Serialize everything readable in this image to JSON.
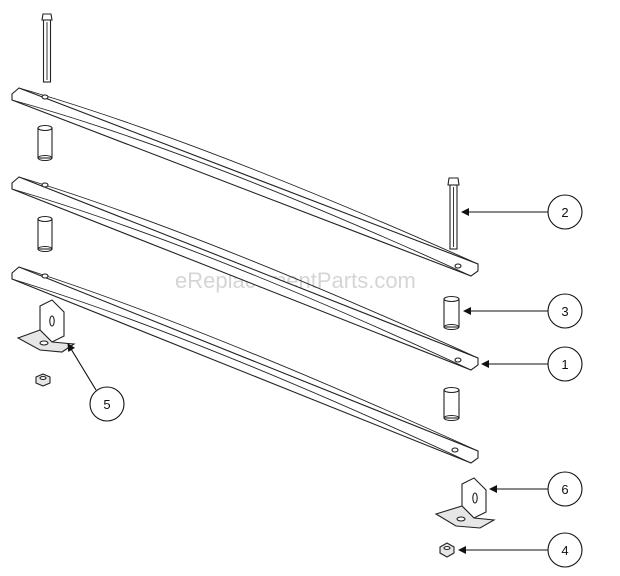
{
  "watermark": "eReplacementParts.com",
  "callouts": [
    {
      "id": "1",
      "label": "1"
    },
    {
      "id": "2",
      "label": "2"
    },
    {
      "id": "3",
      "label": "3"
    },
    {
      "id": "4",
      "label": "4"
    },
    {
      "id": "5",
      "label": "5"
    },
    {
      "id": "6",
      "label": "6"
    }
  ],
  "colors": {
    "line": "#222222",
    "background": "#ffffff",
    "watermark": "#c8c8c8"
  }
}
